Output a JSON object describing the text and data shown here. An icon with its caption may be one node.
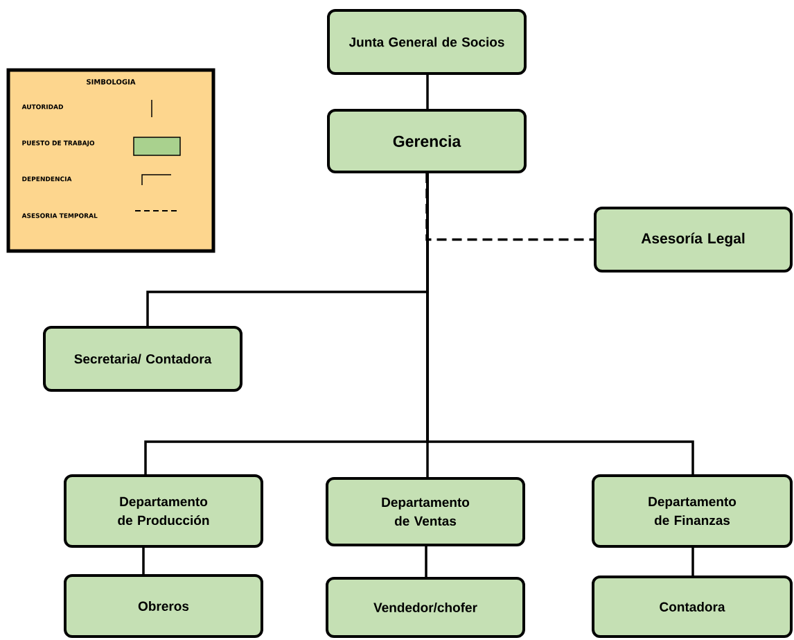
{
  "diagram": {
    "nodes": [
      {
        "text": [
          "Junta General de Socios"
        ]
      },
      {
        "text": [
          "Gerencia"
        ]
      },
      {
        "text": [
          "Asesoría Legal"
        ]
      },
      {
        "text": [
          "Secretaria/ Contadora"
        ]
      },
      {
        "text": [
          "Departamento de Producción"
        ]
      },
      {
        "text": [
          "Departamento de Ventas"
        ]
      },
      {
        "text": [
          "Departamento de Finanzas"
        ]
      },
      {
        "text": [
          "Obreros"
        ]
      },
      {
        "text": [
          "Vendedor/chofer"
        ]
      },
      {
        "text": [
          "Contadora"
        ]
      }
    ],
    "edges": [
      {
        "from": 0,
        "to": 1,
        "arrow": "none"
      },
      {
        "from": 1,
        "to": 2,
        "arrow": "none",
        "style": "dashed"
      },
      {
        "from": 1,
        "to": 3,
        "arrow": "none"
      },
      {
        "from": 1,
        "to": 4,
        "arrow": "none"
      },
      {
        "from": 1,
        "to": 5,
        "arrow": "none"
      },
      {
        "from": 1,
        "to": 6,
        "arrow": "none"
      },
      {
        "from": 4,
        "to": 7,
        "arrow": "none"
      },
      {
        "from": 5,
        "to": 8,
        "arrow": "none"
      },
      {
        "from": 6,
        "to": 9,
        "arrow": "none"
      }
    ],
    "labels": [
      "SIMBOLOGIA"
    ],
    "legend": [
      {
        "text": "AUTORIDAD"
      },
      {
        "text": "PUESTO DE TRABAJO",
        "color": "#a9d18e"
      },
      {
        "text": "DEPENDENCIA"
      },
      {
        "text": "ASESORIA TEMPORAL"
      }
    ]
  }
}
